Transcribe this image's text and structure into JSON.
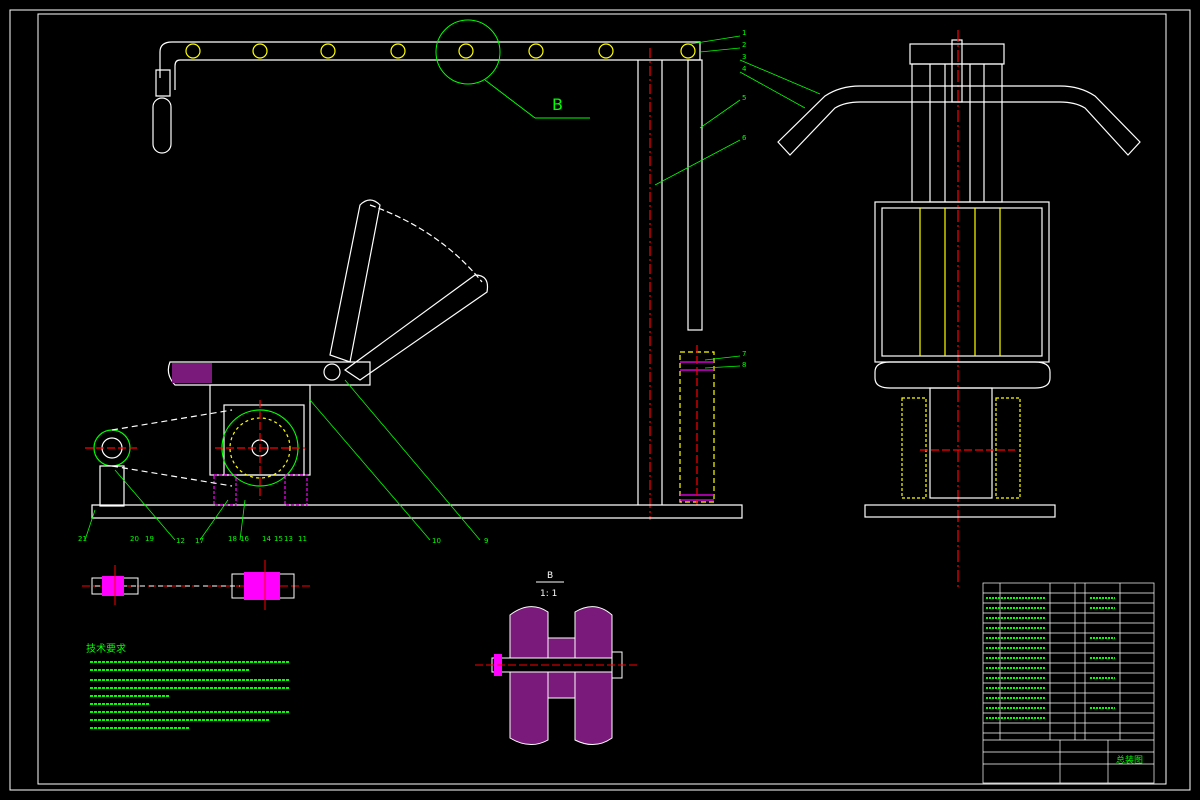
{
  "drawing": {
    "background": "#000000",
    "colors": {
      "outline": "#ffffff",
      "leader": "#00ff00",
      "centerline": "#ff0000",
      "hatch": "#ff00ff",
      "bolt": "#ffff00",
      "label": "#00ff00"
    },
    "detail_callout": "B",
    "section_title": "B",
    "section_scale": "1: 1",
    "balloons": [
      "1",
      "2",
      "3",
      "4",
      "5",
      "6",
      "7",
      "8",
      "9",
      "10",
      "11",
      "12",
      "13",
      "14",
      "15",
      "16",
      "17",
      "18",
      "19",
      "20",
      "21"
    ],
    "notes_title": "技术要求",
    "title_block_name": "总装图"
  }
}
